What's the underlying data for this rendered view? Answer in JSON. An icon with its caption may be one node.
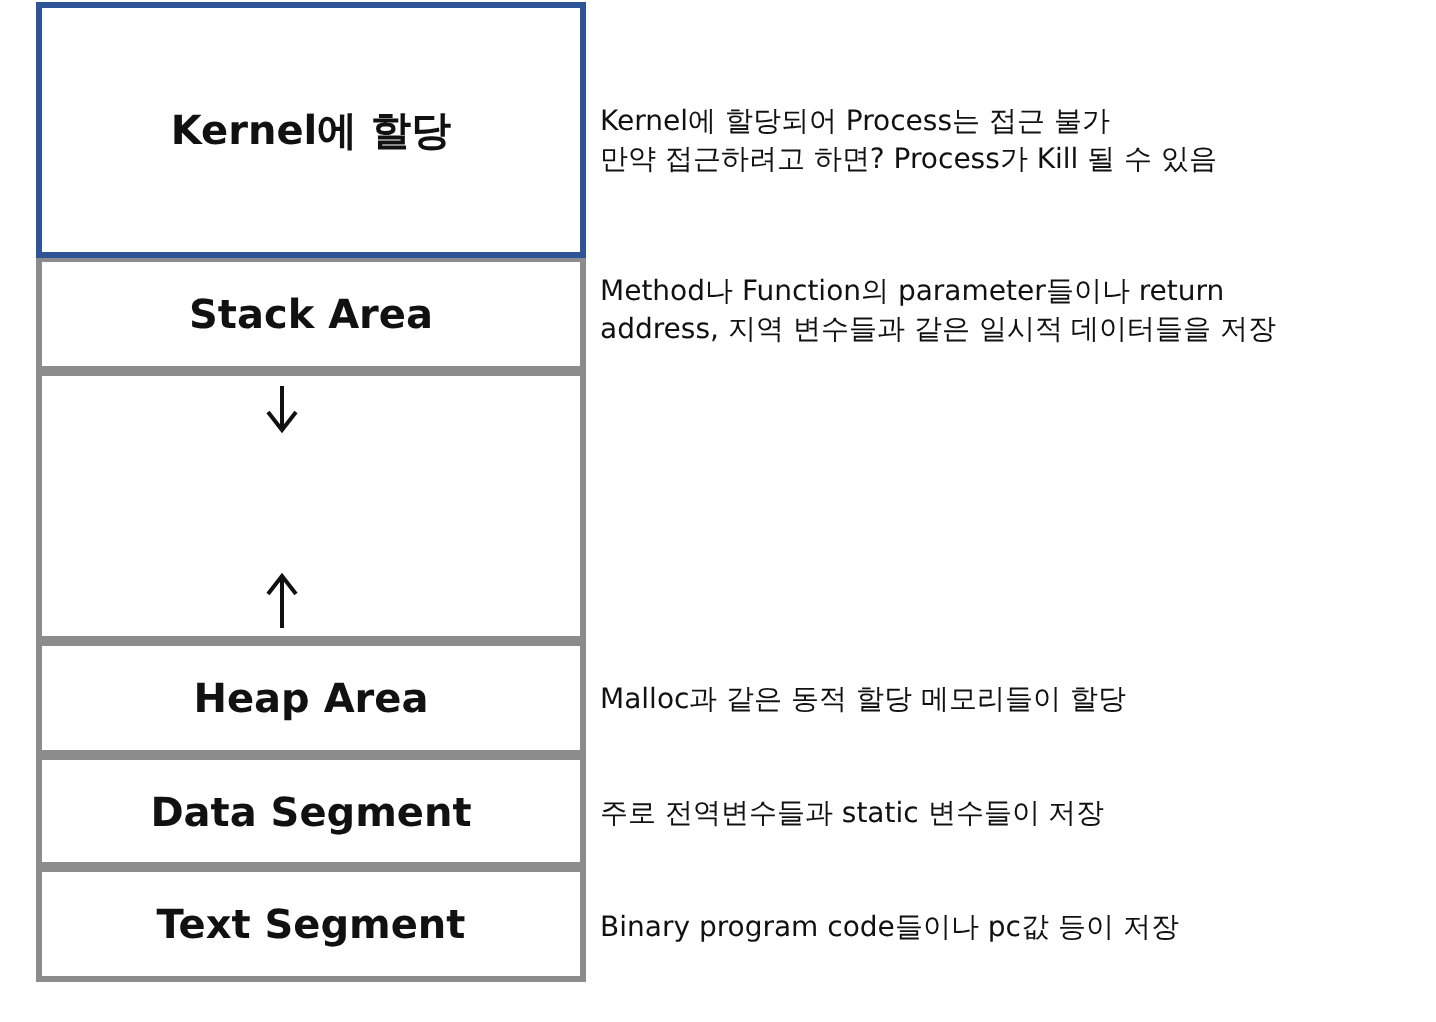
{
  "diagram": {
    "nodes": [
      {
        "text": [
          "Kernel에 할당"
        ],
        "beside": [
          "Kernel에 할당되어 Process는 접근 불가",
          "만약 접근하려고 하면? Process가 Kill 될 수 있음"
        ]
      },
      {
        "text": [
          "Stack Area"
        ],
        "beside": [
          "Method나 Function의 parameter들이나 return address, 지역 변수들과 같은 일시적 데이터들을 저장"
        ]
      },
      {
        "text": [],
        "shape": "box"
      },
      {
        "text": [
          "Heap Area"
        ],
        "beside": [
          "Malloc과 같은 동적 할당 메모리들이 할당"
        ]
      },
      {
        "text": [
          "Data Segment"
        ],
        "beside": [
          "주로 전역변수들과 static 변수들이 저장"
        ]
      },
      {
        "text": [
          "Text Segment"
        ],
        "beside": [
          "Binary program code들이나 pc값 등이 저장"
        ]
      }
    ]
  }
}
